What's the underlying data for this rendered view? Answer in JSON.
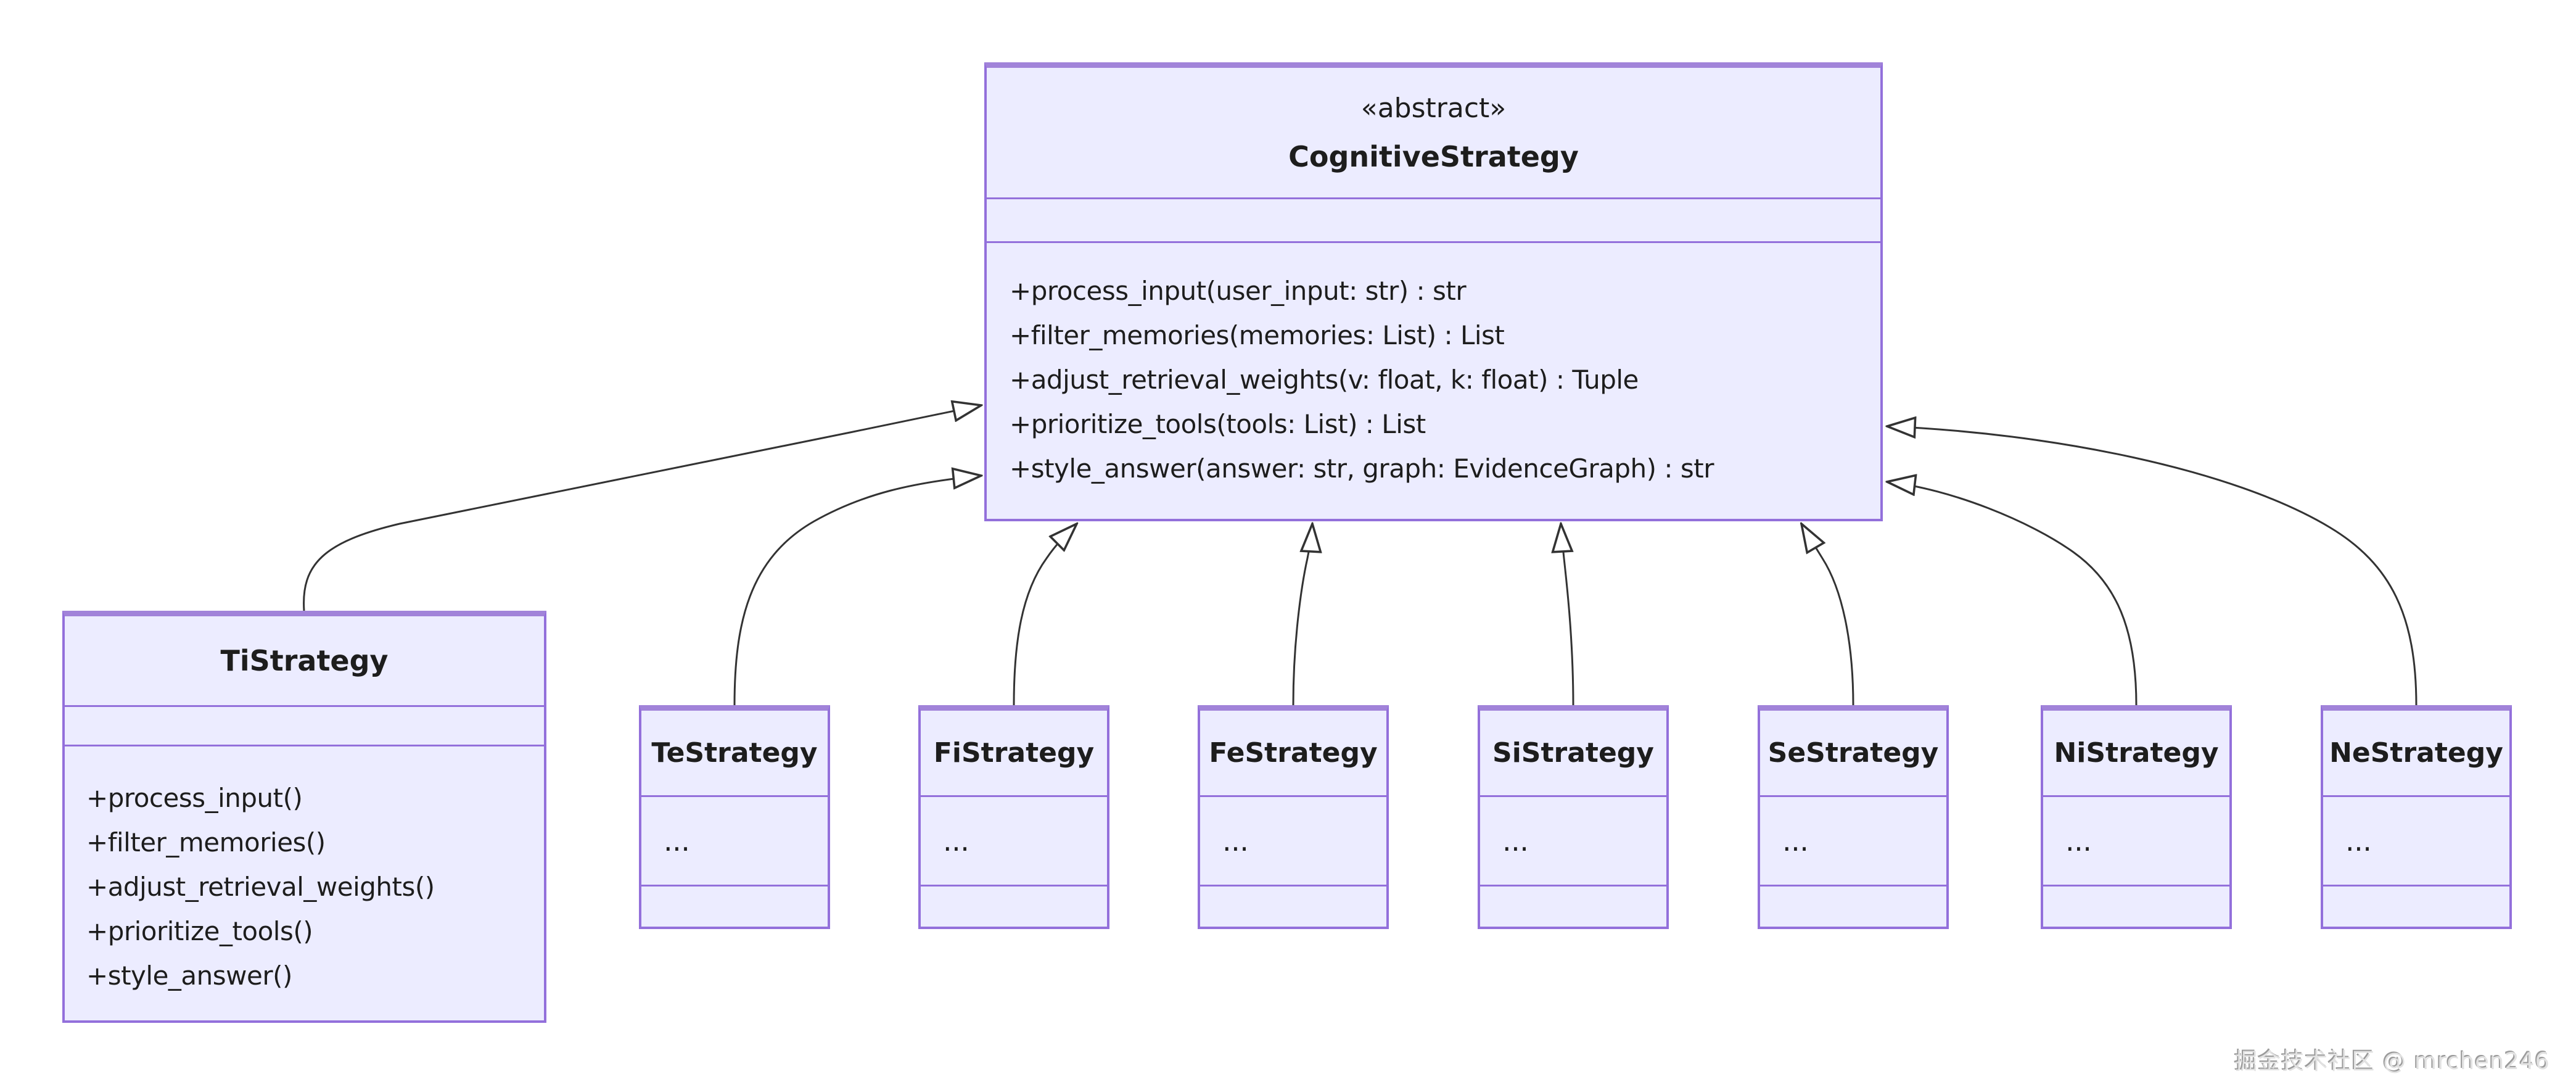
{
  "diagram": {
    "type": "uml-class-diagram",
    "parent_class": {
      "stereotype": "«abstract»",
      "name": "CognitiveStrategy",
      "attributes": [],
      "methods": [
        "+process_input(user_input: str) : str",
        "+filter_memories(memories: List) : List",
        "+adjust_retrieval_weights(v: float, k: float) : Tuple",
        "+prioritize_tools(tools: List) : List",
        "+style_answer(answer: str, graph: EvidenceGraph) : str"
      ]
    },
    "ti_class": {
      "name": "TiStrategy",
      "attributes": [],
      "methods": [
        "+process_input()",
        "+filter_memories()",
        "+adjust_retrieval_weights()",
        "+prioritize_tools()",
        "+style_answer()"
      ]
    },
    "subclasses": [
      {
        "name": "TeStrategy",
        "body": "..."
      },
      {
        "name": "FiStrategy",
        "body": "..."
      },
      {
        "name": "FeStrategy",
        "body": "..."
      },
      {
        "name": "SiStrategy",
        "body": "..."
      },
      {
        "name": "SeStrategy",
        "body": "..."
      },
      {
        "name": "NiStrategy",
        "body": "..."
      },
      {
        "name": "NeStrategy",
        "body": "..."
      }
    ],
    "inheritance": [
      "TiStrategy --|> CognitiveStrategy",
      "TeStrategy --|> CognitiveStrategy",
      "FiStrategy --|> CognitiveStrategy",
      "FeStrategy --|> CognitiveStrategy",
      "SiStrategy --|> CognitiveStrategy",
      "SeStrategy --|> CognitiveStrategy",
      "NiStrategy --|> CognitiveStrategy",
      "NeStrategy --|> CognitiveStrategy"
    ],
    "colors": {
      "node_fill": "#ECECFF",
      "node_border": "#9370DB",
      "edge_line": "#333333",
      "text": "#1d1d1d",
      "background": "#ffffff"
    }
  },
  "watermark": "掘金技术社区 @ mrchen246"
}
